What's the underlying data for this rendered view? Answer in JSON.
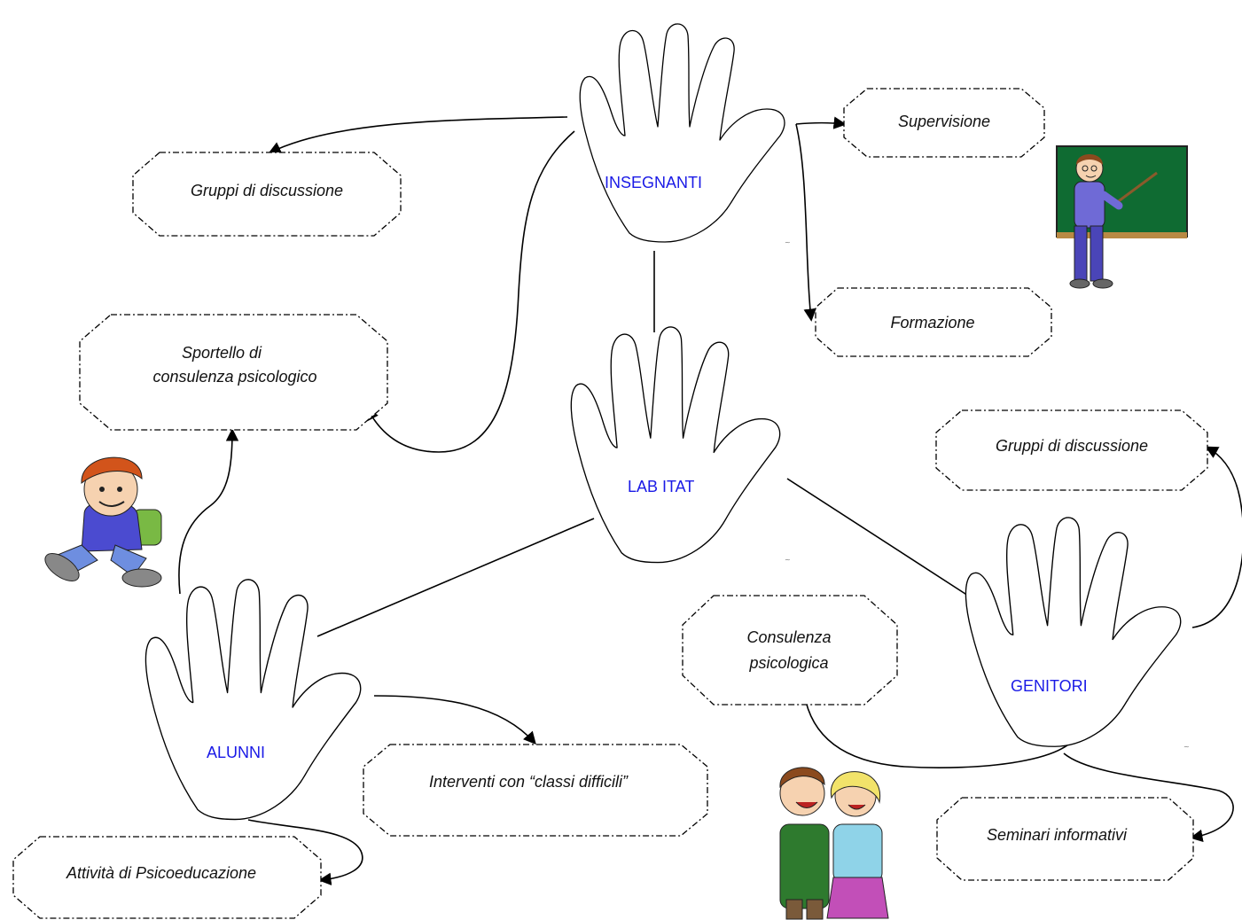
{
  "hands": {
    "insegnanti": "INSEGNANTI",
    "lab": "LAB ITAT",
    "alunni": "ALUNNI",
    "genitori": "GENITORI"
  },
  "boxes": {
    "gruppi_insegnanti": "Gruppi di discussione",
    "supervisione": "Supervisione",
    "formazione": "Formazione",
    "sportello_line1": "Sportello di",
    "sportello_line2": "consulenza psicologico",
    "gruppi_genitori": "Gruppi di discussione",
    "consulenza_line1": "Consulenza",
    "consulenza_line2": "psicologica",
    "interventi": "Interventi con “classi difficili”",
    "attivita": "Attività di Psicoeducazione",
    "seminari": "Seminari informativi"
  },
  "colors": {
    "hand_label": "#1a1ae6",
    "chalkboard": "#0f6b32"
  },
  "illustrations": [
    "teacher-at-chalkboard",
    "schoolboy-with-backpack",
    "laughing-couple"
  ]
}
